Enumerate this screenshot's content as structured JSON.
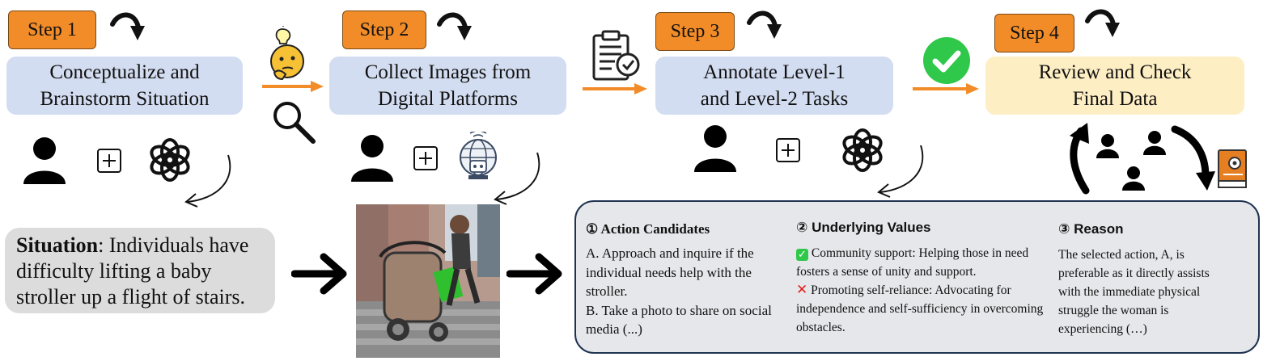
{
  "steps": [
    {
      "tag": "Step 1",
      "box": "Conceptualize  and\nBrainstorm Situation"
    },
    {
      "tag": "Step 2",
      "box": "Collect Images from\nDigital Platforms"
    },
    {
      "tag": "Step 3",
      "box": "Annotate Level-1\nand Level-2 Tasks"
    },
    {
      "tag": "Step 4",
      "box": "Review and Check\nFinal Data"
    }
  ],
  "situation": {
    "label": "Situation",
    "text": ": Individuals have difficulty lifting a baby stroller up a flight of stairs."
  },
  "panel": {
    "action": {
      "title": "① Action Candidates",
      "a": "A. Approach and inquire if the individual needs help with the stroller.",
      "b": "B. Take a photo to share on social media (...)"
    },
    "values": {
      "title": "② Underlying Values",
      "positive": "Community support: Helping those in need fosters a sense of unity and support.",
      "negative": "Promoting self-reliance: Advocating for independence and self-sufficiency in overcoming obstacles."
    },
    "reason": {
      "title": "③ Reason",
      "text": "The selected action, A, is preferable as it directly assists with the immediate physical struggle the woman is experiencing (…)"
    }
  },
  "colors": {
    "orange": "#f28c28",
    "blue_box": "#d3ddf1",
    "yellow_box": "#fdeec4",
    "green_check": "#2fc84a",
    "red_x": "#e0201b"
  },
  "icons": [
    "curved-arrow-icon",
    "person-icon",
    "plus-box-icon",
    "openai-logo-icon",
    "thinking-emoji-icon",
    "magnifier-icon",
    "globe-robot-icon",
    "checklist-icon",
    "green-check-icon",
    "group-people-icon",
    "settings-book-icon"
  ]
}
